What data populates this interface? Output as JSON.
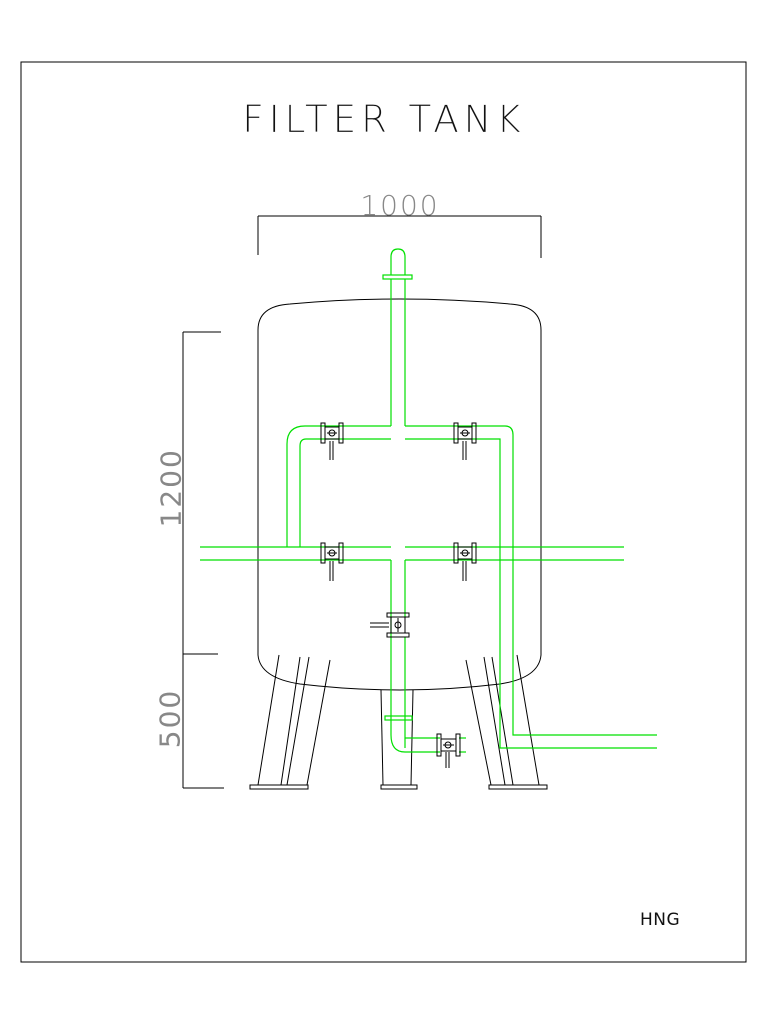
{
  "drawing": {
    "title": "FILTER TANK",
    "dimensions": {
      "width_label": "1000",
      "body_height_label": "1200",
      "leg_height_label": "500"
    },
    "designer_mark": "HNG",
    "colors": {
      "outline": "#000000",
      "piping": "#00e000",
      "dimension_text": "#888888"
    }
  }
}
